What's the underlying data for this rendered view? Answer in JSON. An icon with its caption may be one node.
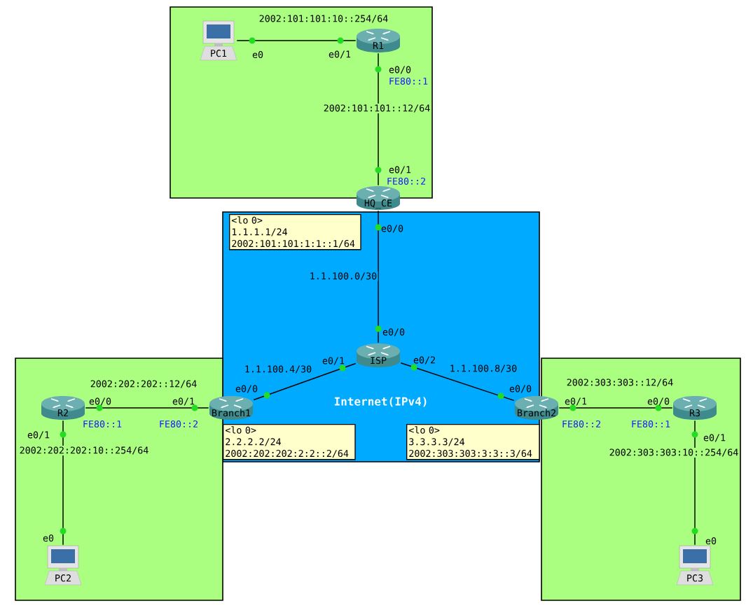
{
  "diagram": {
    "nodes": [
      {
        "text": [],
        "shape": "box"
      },
      {
        "text": [
          "PC1"
        ],
        "in": 0
      },
      {
        "text": [
          "R1"
        ],
        "in": 0
      },
      {
        "text": [
          "HQ_CE"
        ]
      },
      {
        "text": [
          "<lo 0>",
          "1.1.1.1/24",
          "2002:101:101:1:1::1/64"
        ],
        "in": 5
      },
      {
        "text": [
          "Internet(IPv4)"
        ]
      },
      {
        "text": [
          "ISP"
        ],
        "in": 5
      },
      {
        "text": [],
        "shape": "box"
      },
      {
        "text": [],
        "shape": "box"
      },
      {
        "text": [
          "R2"
        ],
        "in": 7
      },
      {
        "text": [
          "Branch1"
        ]
      },
      {
        "text": [
          "Branch2"
        ]
      },
      {
        "text": [
          "R3"
        ],
        "in": 8
      },
      {
        "text": [
          "<lo 0>",
          "2.2.2.2/24",
          "2002:202:202:2:2::2/64"
        ],
        "in": 5
      },
      {
        "text": [
          "<lo 0>",
          "3.3.3.3/24",
          "2002:303:303:3:3::3/64"
        ],
        "in": 5
      },
      {
        "text": [
          "PC2"
        ],
        "in": 7
      },
      {
        "text": [
          "PC3"
        ],
        "in": 8
      }
    ],
    "edges": [
      {
        "from": 1,
        "to": 2,
        "arrow": "none",
        "label": "2002:101:101:10::254/64"
      },
      {
        "from": 2,
        "to": 3,
        "arrow": "none",
        "label": "2002:101:101::12/64"
      },
      {
        "from": 3,
        "to": 6,
        "arrow": "none",
        "label": "1.1.100.0/30"
      },
      {
        "from": 6,
        "to": 10,
        "arrow": "none",
        "label": "1.1.100.4/30"
      },
      {
        "from": 6,
        "to": 11,
        "arrow": "none",
        "label": "1.1.100.8/30"
      },
      {
        "from": 9,
        "to": 10,
        "arrow": "none",
        "label": "2002:202:202::12/64"
      },
      {
        "from": 9,
        "to": 15,
        "arrow": "none",
        "label": "2002:202:202:10::254/64"
      },
      {
        "from": 11,
        "to": 12,
        "arrow": "none",
        "label": "2002:303:303::12/64"
      },
      {
        "from": 12,
        "to": 16,
        "arrow": "none",
        "label": "2002:303:303:10::254/64"
      }
    ],
    "labels": [
      "e0",
      "e0/1",
      "e0/0",
      "FE80::1",
      "e0/1",
      "FE80::2",
      "e0/0",
      "e0/0",
      "e0/1",
      "e0/2",
      "e0/0",
      "e0/0",
      "e0/0",
      "e0/1",
      "e0/1",
      "e0/0",
      "FE80::1",
      "FE80::2",
      "FE80::2",
      "FE80::1",
      "e0/1",
      "e0/1",
      "e0",
      "e0"
    ]
  }
}
